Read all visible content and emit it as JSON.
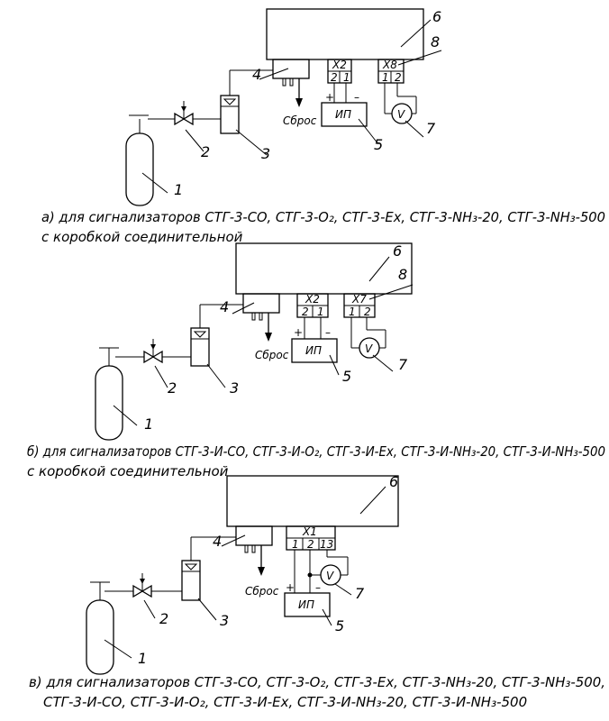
{
  "common": {
    "ip": "ИП",
    "discharge": "Сброс",
    "voltmeter": "V",
    "plus": "+",
    "minus": "–"
  },
  "diagram_a": {
    "block_x": "X2",
    "block_y": "X8",
    "pins_x": [
      "2",
      "1"
    ],
    "pins_y": [
      "1",
      "2"
    ],
    "numbers": [
      "1",
      "2",
      "3",
      "4",
      "5",
      "6",
      "7",
      "8"
    ],
    "caption_line1": "а) для сигнализаторов СТГ-3-СО, СТГ-3-О₂, СТГ-3-Ех, СТГ-3-NH₃-20, СТГ-3-NH₃-500",
    "caption_line2": "с коробкой соединительной"
  },
  "diagram_b": {
    "block_x": "X2",
    "block_y": "X7",
    "pins_x": [
      "2",
      "1"
    ],
    "pins_y": [
      "1",
      "2"
    ],
    "numbers": [
      "1",
      "2",
      "3",
      "4",
      "5",
      "6",
      "7",
      "8"
    ],
    "caption_line1": "б) для сигнализаторов СТГ-3-И-СО, СТГ-3-И-О₂, СТГ-3-И-Ех, СТГ-3-И-NH₃-20, СТГ-3-И-NH₃-500",
    "caption_line2": "с коробкой соединительной"
  },
  "diagram_c": {
    "block_x": "X1",
    "pins_x": [
      "1",
      "2",
      "13"
    ],
    "numbers": [
      "1",
      "2",
      "3",
      "4",
      "5",
      "6",
      "7"
    ],
    "caption_line1": "в) для сигнализаторов СТГ-3-СО, СТГ-3-О₂, СТГ-3-Ех, СТГ-3-NH₃-20, СТГ-3-NH₃-500,",
    "caption_line2": "СТГ-3-И-СО, СТГ-3-И-О₂, СТГ-3-И-Ех, СТГ-3-И-NH₃-20, СТГ-3-И-NH₃-500"
  }
}
